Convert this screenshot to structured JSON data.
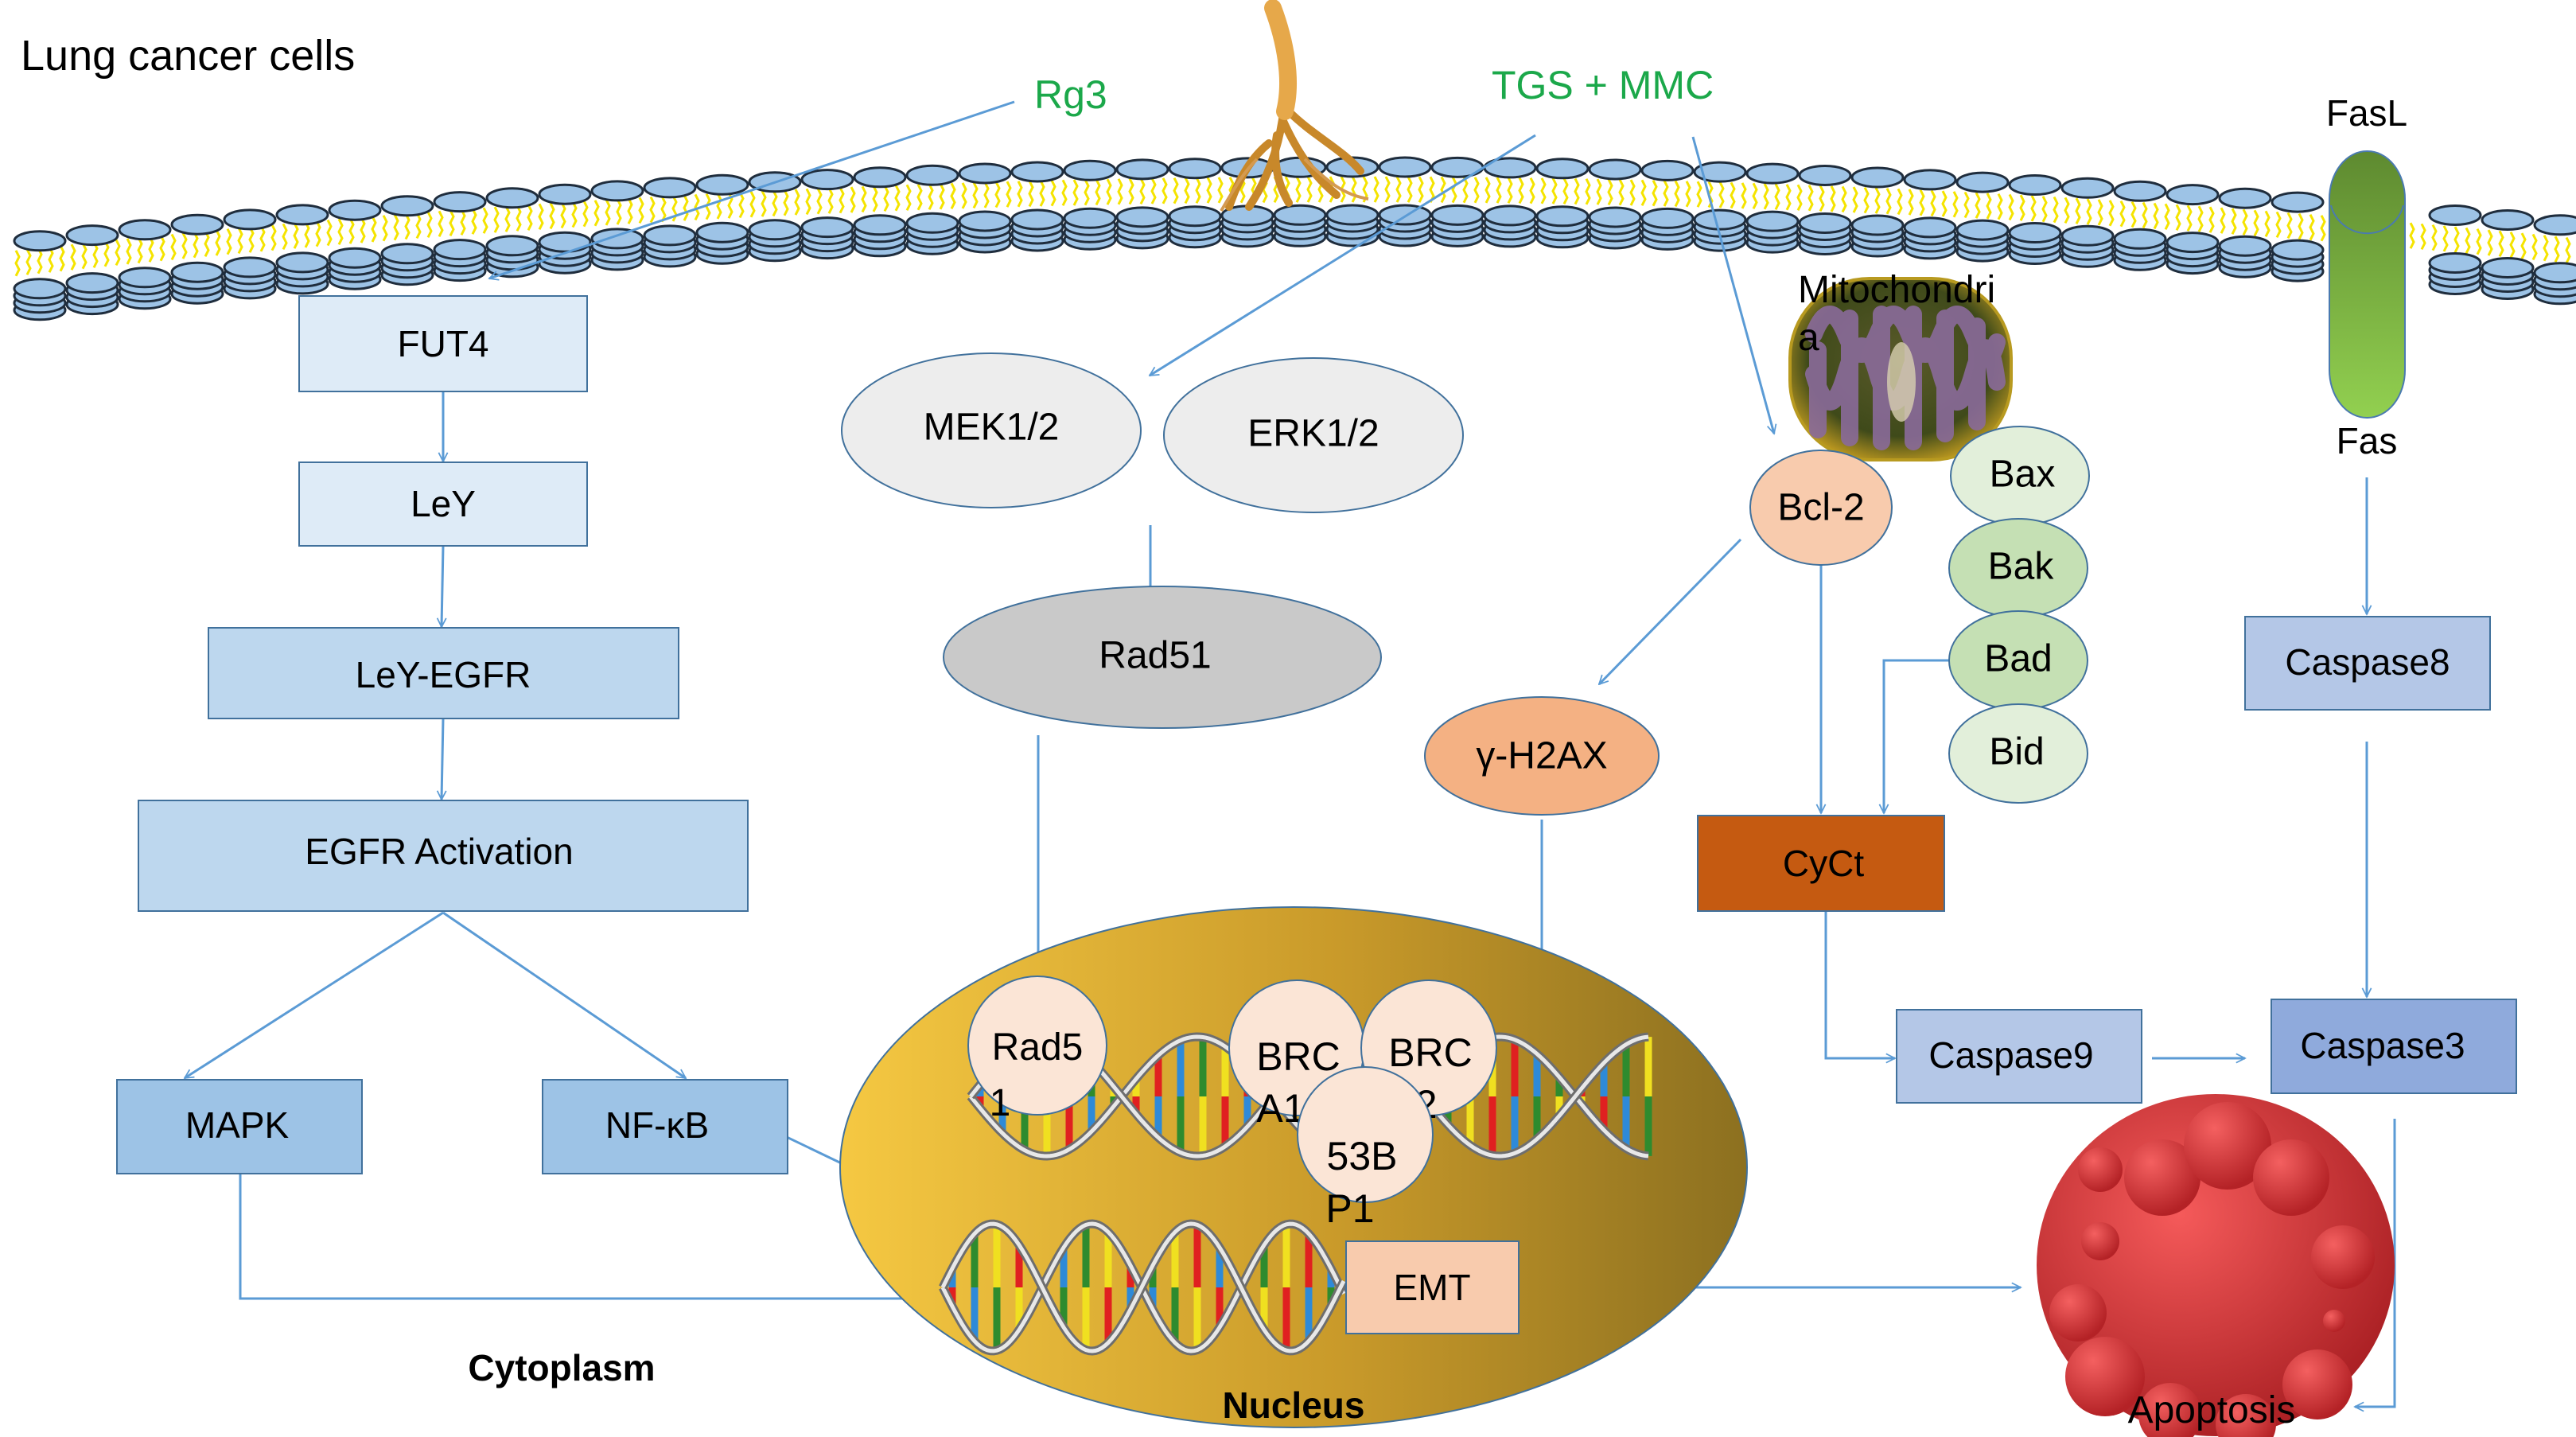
{
  "title": "Lung cancer cells",
  "compartments": {
    "cytoplasm": "Cytoplasm",
    "nucleus": "Nucleus"
  },
  "drugs": {
    "rg3": "Rg3",
    "tgs_mmc": "TGS + MMC",
    "icon": "ginseng-root-icon"
  },
  "receptor": {
    "ligand": "FasL",
    "receptor": "Fas"
  },
  "egfr_pathway": {
    "fut4": "FUT4",
    "ley": "LeY",
    "ley_egfr": "LeY-EGFR",
    "egfr_activation": "EGFR Activation",
    "mapk": "MAPK",
    "nfkb": "NF-κB"
  },
  "dna_repair": {
    "mek": "MEK1/2",
    "erk": "ERK1/2",
    "rad51": "Rad51",
    "gh2ax": "γ-H2AX",
    "rad51_nuc_line1": "Rad5",
    "rad51_nuc_line2": "1",
    "brca1_line1": "BRC",
    "brca1_line2": "A1",
    "brca2_line1": "BRC",
    "brca2_line2": "A2",
    "p53bp1_line1": "53B",
    "p53bp1_line2": "P1",
    "emt": "EMT"
  },
  "mitochondria": {
    "label_line1": "Mitochondri",
    "label_line2": "a",
    "bcl2": "Bcl-2",
    "bax": "Bax",
    "bak": "Bak",
    "bad": "Bad",
    "bid": "Bid",
    "cyct": "CyCt"
  },
  "caspases": {
    "caspase8": "Caspase8",
    "caspase9": "Caspase9",
    "caspase3": "Caspase3"
  },
  "outcome": {
    "apoptosis": "Apoptosis",
    "icon": "apoptotic-cell-icon"
  },
  "colors": {
    "arrow": "#5b9bd5",
    "drug_text": "#1ba84a",
    "box_light": "#deebf7",
    "box_mid": "#bdd7ee",
    "box_dark": "#9dc3e6",
    "cyct": "#c55a11",
    "bcl2": "#f8cbad",
    "gh2ax": "#f4b183",
    "nucleus": "#c9a227",
    "apoptosis": "#e0262b"
  }
}
